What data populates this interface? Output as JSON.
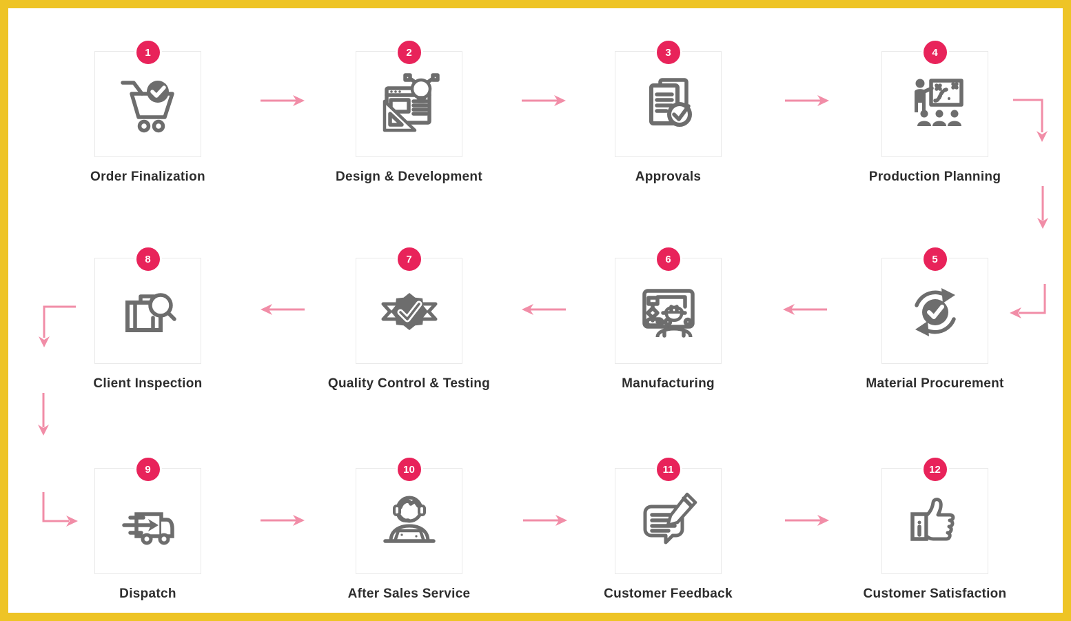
{
  "diagram": {
    "type": "process-flow",
    "step_count": 12,
    "layout": "snake-3-rows-4-columns"
  },
  "colors": {
    "page_border": "#eec425",
    "badge": "#e8235a",
    "arrow": "#f18da7",
    "icon_gray": "#6d6d6d",
    "label_text": "#2d2d2d",
    "box_border": "#e9e9e9",
    "background": "#ffffff"
  },
  "steps": [
    {
      "number": "1",
      "label": "Order Finalization",
      "icon": "cart-check-icon"
    },
    {
      "number": "2",
      "label": "Design & Development",
      "icon": "design-tools-icon"
    },
    {
      "number": "3",
      "label": "Approvals",
      "icon": "document-check-icon"
    },
    {
      "number": "4",
      "label": "Production Planning",
      "icon": "presentation-board-icon"
    },
    {
      "number": "5",
      "label": "Material Procurement",
      "icon": "cycle-check-icon"
    },
    {
      "number": "6",
      "label": "Manufacturing",
      "icon": "engineer-screen-icon"
    },
    {
      "number": "7",
      "label": "Quality Control & Testing",
      "icon": "quality-seal-icon"
    },
    {
      "number": "8",
      "label": "Client Inspection",
      "icon": "luggage-magnifier-icon"
    },
    {
      "number": "9",
      "label": "Dispatch",
      "icon": "delivery-truck-icon"
    },
    {
      "number": "10",
      "label": "After Sales Service",
      "icon": "support-agent-icon"
    },
    {
      "number": "11",
      "label": "Customer Feedback",
      "icon": "feedback-pencil-icon"
    },
    {
      "number": "12",
      "label": "Customer Satisfaction",
      "icon": "thumbs-up-icon"
    }
  ],
  "connectors": [
    {
      "from": 1,
      "to": 2
    },
    {
      "from": 2,
      "to": 3
    },
    {
      "from": 3,
      "to": 4
    },
    {
      "from": 4,
      "to": 5
    },
    {
      "from": 5,
      "to": 6
    },
    {
      "from": 6,
      "to": 7
    },
    {
      "from": 7,
      "to": 8
    },
    {
      "from": 8,
      "to": 9
    },
    {
      "from": 9,
      "to": 10
    },
    {
      "from": 10,
      "to": 11
    },
    {
      "from": 11,
      "to": 12
    }
  ]
}
